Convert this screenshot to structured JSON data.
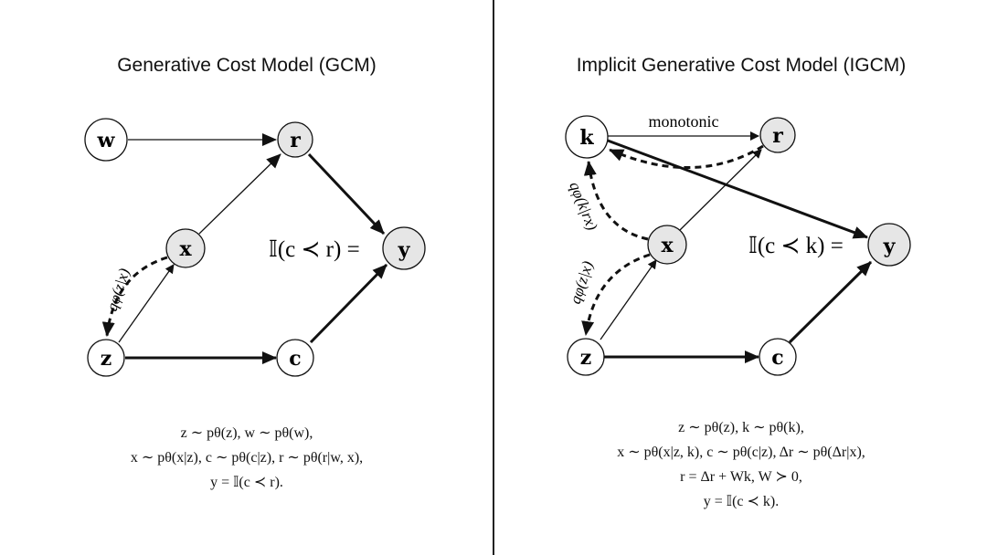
{
  "left": {
    "title": "Generative Cost Model (GCM)",
    "nodes": {
      "w": "w",
      "r": "r",
      "x": "x",
      "y": "y",
      "z": "z",
      "c": "c"
    },
    "edge_label": "qφ(z|x)",
    "condition": "𝕀(c ≺ r) =",
    "formulas": [
      "z ∼ pθ(z), w ∼ pθ(w),",
      "x ∼ pθ(x|z), c ∼ pθ(c|z), r ∼ pθ(r|w, x),",
      "y = 𝕀(c ≺ r)."
    ]
  },
  "right": {
    "title": "Implicit Generative Cost Model (IGCM)",
    "nodes": {
      "k": "k",
      "r": "r",
      "x": "x",
      "y": "y",
      "z": "z",
      "c": "c"
    },
    "edge_top_label": "monotonic",
    "edge_label_k": "qφ(k|rx)",
    "edge_label_z": "qφ(z|x)",
    "condition": "𝕀(c ≺ k) =",
    "formulas": [
      "z ∼ pθ(z), k ∼ pθ(k),",
      "x ∼ pθ(x|z, k), c ∼ pθ(c|z), Δr ∼ pθ(Δr|x),",
      "r = Δr + Wk, W ≻ 0,",
      "y = 𝕀(c ≺ k)."
    ]
  }
}
